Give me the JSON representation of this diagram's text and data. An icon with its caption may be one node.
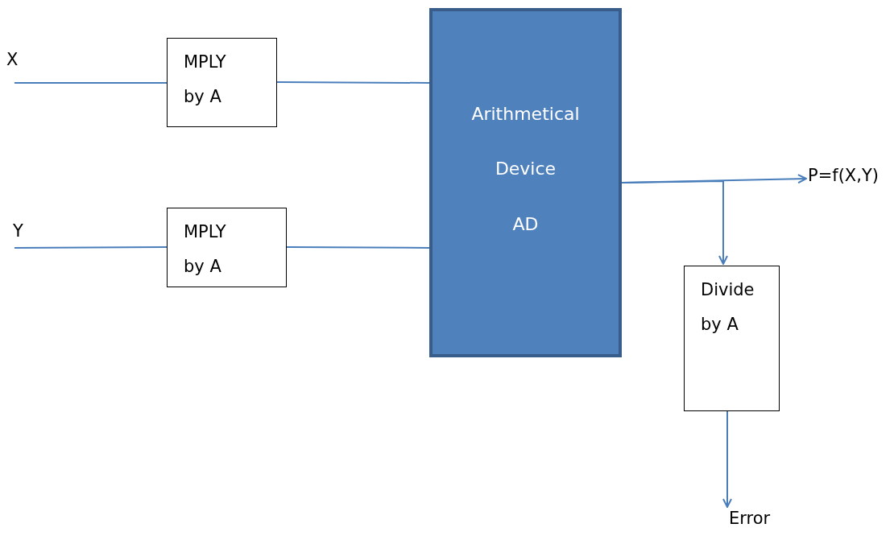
{
  "diagram": {
    "nodes": [
      {
        "text": [
          "X"
        ]
      },
      {
        "text": [
          "MPLY by A"
        ]
      },
      {
        "text": [
          "Y"
        ]
      },
      {
        "text": [
          "MPLY by A"
        ]
      },
      {
        "text": [
          "Arithmetical",
          "Device",
          "AD"
        ]
      },
      {
        "text": [
          "P=f(X,Y)"
        ]
      },
      {
        "text": [
          "Divide by A"
        ]
      },
      {
        "text": [
          "Error"
        ]
      }
    ],
    "edges": [
      {
        "from": 0,
        "to": 1,
        "arrow": "none"
      },
      {
        "from": 1,
        "to": 4,
        "arrow": "none"
      },
      {
        "from": 2,
        "to": 3,
        "arrow": "none"
      },
      {
        "from": 3,
        "to": 4,
        "arrow": "none"
      },
      {
        "from": 4,
        "to": 5,
        "arrow": "to"
      },
      {
        "from": 4,
        "to": 6,
        "arrow": "to"
      },
      {
        "from": 6,
        "to": 7,
        "arrow": "to"
      }
    ]
  }
}
